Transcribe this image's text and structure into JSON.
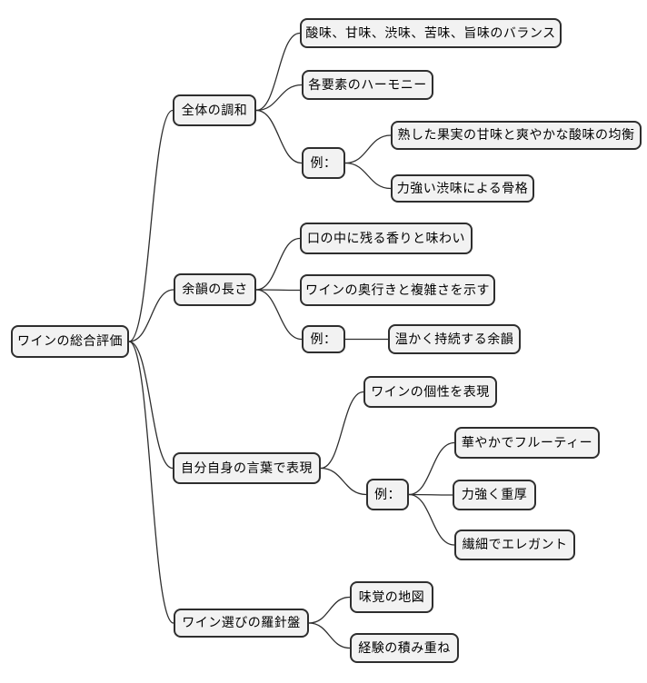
{
  "diagram": {
    "type": "mindmap",
    "colors": {
      "background": "#ffffff",
      "node_fill": "#f2f2f2",
      "node_border": "#2e2e2e",
      "edge": "#2e2e2e",
      "text": "#000000"
    },
    "root": {
      "id": "root",
      "label": "ワインの総合評価",
      "children": [
        {
          "id": "b1",
          "label": "全体の調和",
          "children": [
            {
              "id": "b1c1",
              "label": "酸味、甘味、渋味、苦味、旨味のバランス",
              "children": []
            },
            {
              "id": "b1c2",
              "label": "各要素のハーモニー",
              "children": []
            },
            {
              "id": "b1c3",
              "label": "例：",
              "children": [
                {
                  "id": "b1g1",
                  "label": "熟した果実の甘味と爽やかな酸味の均衡",
                  "children": []
                },
                {
                  "id": "b1g2",
                  "label": "力強い渋味による骨格",
                  "children": []
                }
              ]
            }
          ]
        },
        {
          "id": "b2",
          "label": "余韻の長さ",
          "children": [
            {
              "id": "b2c1",
              "label": "口の中に残る香りと味わい",
              "children": []
            },
            {
              "id": "b2c2",
              "label": "ワインの奥行きと複雑さを示す",
              "children": []
            },
            {
              "id": "b2c3",
              "label": "例：",
              "children": [
                {
                  "id": "b2g1",
                  "label": "温かく持続する余韻",
                  "children": []
                }
              ]
            }
          ]
        },
        {
          "id": "b3",
          "label": "自分自身の言葉で表現",
          "children": [
            {
              "id": "b3c1",
              "label": "ワインの個性を表現",
              "children": []
            },
            {
              "id": "b3c2",
              "label": "例：",
              "children": [
                {
                  "id": "b3g1",
                  "label": "華やかでフルーティー",
                  "children": []
                },
                {
                  "id": "b3g2",
                  "label": "力強く重厚",
                  "children": []
                },
                {
                  "id": "b3g3",
                  "label": "繊細でエレガント",
                  "children": []
                }
              ]
            }
          ]
        },
        {
          "id": "b4",
          "label": "ワイン選びの羅針盤",
          "children": [
            {
              "id": "b4c1",
              "label": "味覚の地図",
              "children": []
            },
            {
              "id": "b4c2",
              "label": "経験の積み重ね",
              "children": []
            }
          ]
        }
      ]
    }
  }
}
